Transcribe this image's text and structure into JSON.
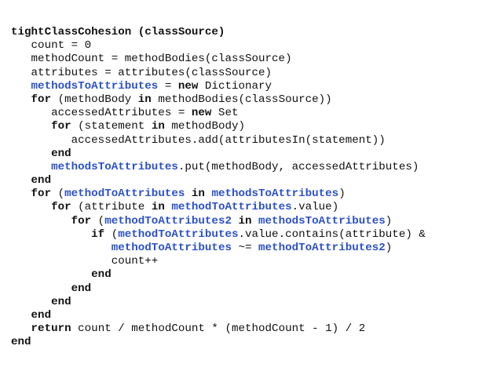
{
  "code": {
    "lines": [
      [
        {
          "t": "tightClassCohesion (classSource)",
          "s": "fn"
        }
      ],
      [
        {
          "t": "   count = 0",
          "s": ""
        }
      ],
      [
        {
          "t": "   methodCount = methodBodies(classSource)",
          "s": ""
        }
      ],
      [
        {
          "t": "   attributes = attributes(classSource)",
          "s": ""
        }
      ],
      [
        {
          "t": "   ",
          "s": ""
        },
        {
          "t": "methodsToAttributes",
          "s": "hl"
        },
        {
          "t": " = ",
          "s": ""
        },
        {
          "t": "new",
          "s": "kw"
        },
        {
          "t": " Dictionary",
          "s": ""
        }
      ],
      [
        {
          "t": "   ",
          "s": ""
        },
        {
          "t": "for",
          "s": "kw"
        },
        {
          "t": " (methodBody ",
          "s": ""
        },
        {
          "t": "in",
          "s": "kw"
        },
        {
          "t": " methodBodies(classSource))",
          "s": ""
        }
      ],
      [
        {
          "t": "      accessedAttributes = ",
          "s": ""
        },
        {
          "t": "new",
          "s": "kw"
        },
        {
          "t": " Set",
          "s": ""
        }
      ],
      [
        {
          "t": "      ",
          "s": ""
        },
        {
          "t": "for",
          "s": "kw"
        },
        {
          "t": " (statement ",
          "s": ""
        },
        {
          "t": "in",
          "s": "kw"
        },
        {
          "t": " methodBody)",
          "s": ""
        }
      ],
      [
        {
          "t": "         accessedAttributes.add(attributesIn(statement))",
          "s": ""
        }
      ],
      [
        {
          "t": "      ",
          "s": ""
        },
        {
          "t": "end",
          "s": "kw"
        }
      ],
      [
        {
          "t": "      ",
          "s": ""
        },
        {
          "t": "methodsToAttributes",
          "s": "hl"
        },
        {
          "t": ".put(methodBody, accessedAttributes)",
          "s": ""
        }
      ],
      [
        {
          "t": "   ",
          "s": ""
        },
        {
          "t": "end",
          "s": "kw"
        }
      ],
      [
        {
          "t": "   ",
          "s": ""
        },
        {
          "t": "for",
          "s": "kw"
        },
        {
          "t": " (",
          "s": ""
        },
        {
          "t": "methodToAttributes",
          "s": "hl"
        },
        {
          "t": " ",
          "s": ""
        },
        {
          "t": "in",
          "s": "kw"
        },
        {
          "t": " ",
          "s": ""
        },
        {
          "t": "methodsToAttributes",
          "s": "hl"
        },
        {
          "t": ")",
          "s": ""
        }
      ],
      [
        {
          "t": "      ",
          "s": ""
        },
        {
          "t": "for",
          "s": "kw"
        },
        {
          "t": " (attribute ",
          "s": ""
        },
        {
          "t": "in",
          "s": "kw"
        },
        {
          "t": " ",
          "s": ""
        },
        {
          "t": "methodToAttributes",
          "s": "hl"
        },
        {
          "t": ".value)",
          "s": ""
        }
      ],
      [
        {
          "t": "         ",
          "s": ""
        },
        {
          "t": "for",
          "s": "kw"
        },
        {
          "t": " (",
          "s": ""
        },
        {
          "t": "methodToAttributes2",
          "s": "hl"
        },
        {
          "t": " ",
          "s": ""
        },
        {
          "t": "in",
          "s": "kw"
        },
        {
          "t": " ",
          "s": ""
        },
        {
          "t": "methodsToAttributes",
          "s": "hl"
        },
        {
          "t": ")",
          "s": ""
        }
      ],
      [
        {
          "t": "            ",
          "s": ""
        },
        {
          "t": "if",
          "s": "kw"
        },
        {
          "t": " (",
          "s": ""
        },
        {
          "t": "methodToAttributes",
          "s": "hl"
        },
        {
          "t": ".value.contains(attribute) &",
          "s": ""
        }
      ],
      [
        {
          "t": "               ",
          "s": ""
        },
        {
          "t": "methodToAttributes",
          "s": "hl"
        },
        {
          "t": " ~= ",
          "s": ""
        },
        {
          "t": "methodToAttributes2",
          "s": "hl"
        },
        {
          "t": ")",
          "s": ""
        }
      ],
      [
        {
          "t": "               count++",
          "s": ""
        }
      ],
      [
        {
          "t": "            ",
          "s": ""
        },
        {
          "t": "end",
          "s": "kw"
        }
      ],
      [
        {
          "t": "         ",
          "s": ""
        },
        {
          "t": "end",
          "s": "kw"
        }
      ],
      [
        {
          "t": "      ",
          "s": ""
        },
        {
          "t": "end",
          "s": "kw"
        }
      ],
      [
        {
          "t": "   ",
          "s": ""
        },
        {
          "t": "end",
          "s": "kw"
        }
      ],
      [
        {
          "t": "   ",
          "s": ""
        },
        {
          "t": "return",
          "s": "kw"
        },
        {
          "t": " count / methodCount * (methodCount - 1) / 2",
          "s": ""
        }
      ],
      [
        {
          "t": "end",
          "s": "kw"
        }
      ]
    ]
  },
  "colors": {
    "text": "#111111",
    "highlight": "#2b50c8",
    "background": "#ffffff"
  }
}
